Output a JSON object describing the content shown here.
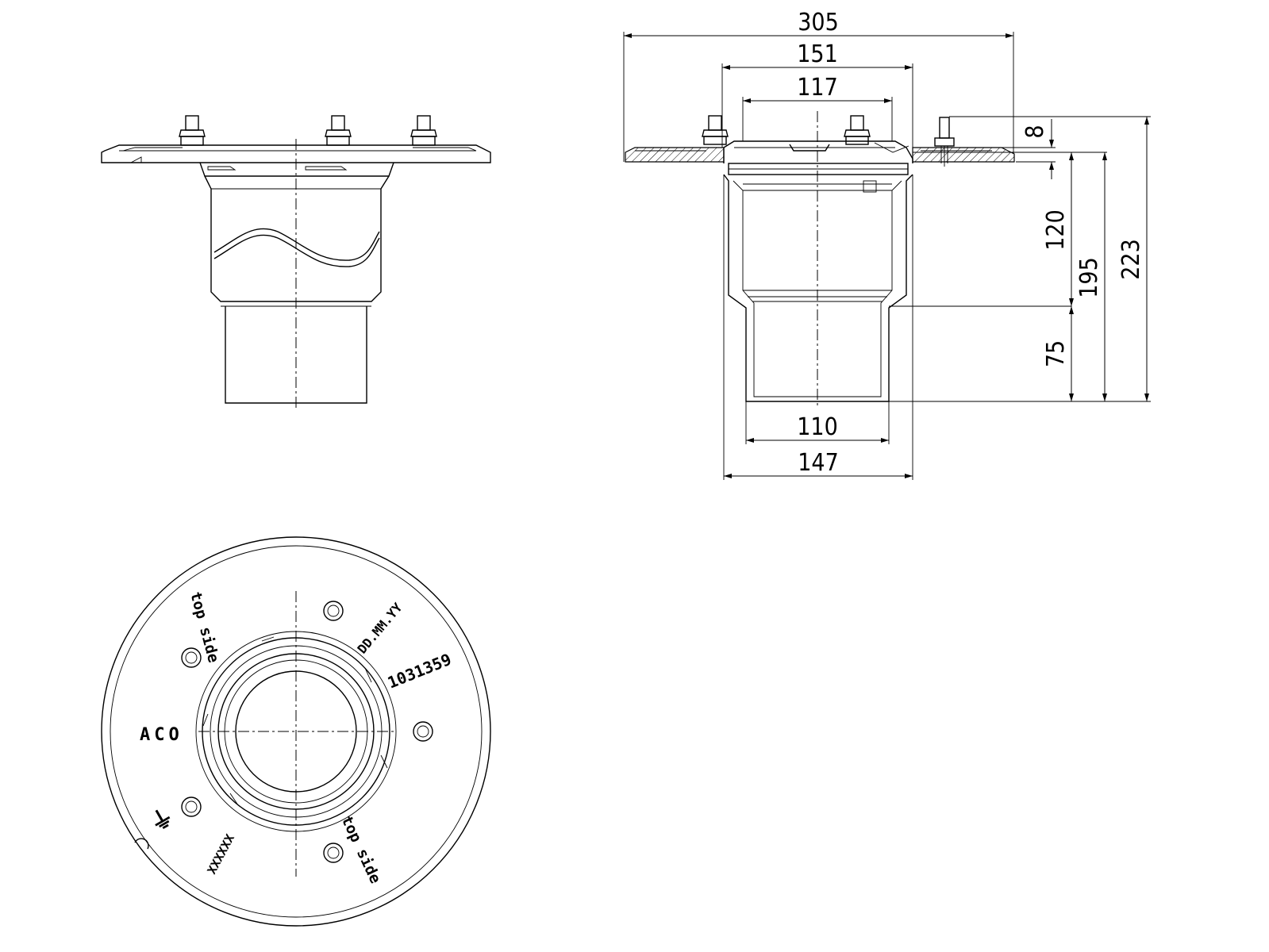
{
  "dimensions": {
    "overall_width": "305",
    "flange_inner_width": "151",
    "grate_width": "117",
    "flange_thickness": "8",
    "upper_body_height": "120",
    "spigot_height": "75",
    "body_height": "195",
    "total_height": "223",
    "spigot_diameter": "110",
    "body_diameter": "147"
  },
  "plan_markings": {
    "brand": "ACO",
    "top_side_upper": "top side",
    "top_side_lower": "top side",
    "date_code": "DD.MM.YY",
    "article_number": "1031359",
    "batch_code": "XXXXXX",
    "ground_symbol": "⏚"
  },
  "colors": {
    "line": "#000000",
    "background": "#ffffff"
  }
}
